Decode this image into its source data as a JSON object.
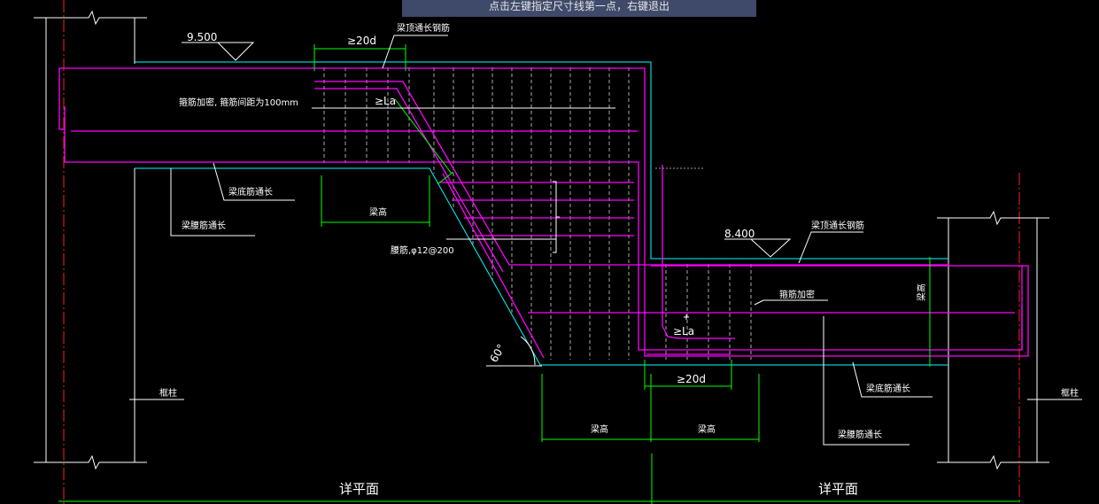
{
  "command_prompt": "点击左键指定尺寸线第一点，右键退出",
  "labels": {
    "elev_left": "9.500",
    "elev_right": "8.400",
    "top_rebar_left": "梁顶通长钢筋",
    "top_rebar_right": "梁顶通长钢筋",
    "anchor_20d_top": "≥20d",
    "anchor_20d_bottom": "≥20d",
    "la_top": "≥La",
    "la_bottom": "≥La",
    "stirrup_dense_left": "箍筋加密, 箍筋间距为100mm",
    "stirrup_dense_right": "箍筋加密",
    "bottom_rebar_left": "梁底筋通长",
    "bottom_rebar_right": "梁底筋通长",
    "waist_rebar_left": "梁腰筋通长",
    "waist_rebar_right": "梁腰筋通长",
    "beam_height_1": "梁高",
    "beam_height_2": "梁高",
    "beam_height_3": "梁高",
    "beam_height_vertical": "梁高",
    "waist_spec": "腰筋,φ12@200",
    "angle": "60°",
    "column_left": "框柱",
    "column_right": "框柱",
    "plan_left": "详平面",
    "plan_right": "详平面"
  },
  "colors": {
    "background": "#000000",
    "outline": "#00ffff",
    "rebar": "#ff00ff",
    "dimension": "#00ff00",
    "axis": "#ff0000",
    "text": "#ffffff",
    "grid": "#b0b0b0"
  }
}
